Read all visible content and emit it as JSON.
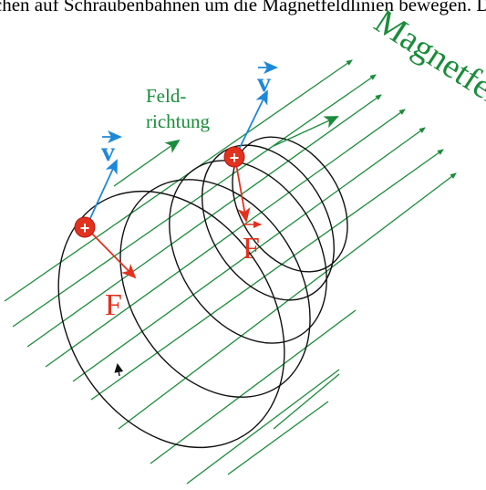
{
  "header_fragment": "wo sich die Teilchen auf Schraubenbahnen um die Magnetfeldlinien bewegen. Dieses Bewegungsmuster des Teilchens ist im Bild dargestellt.",
  "labels": {
    "magnetfeld": "Magnetfeld",
    "feld": "Feld-",
    "richtung": "richtung",
    "v_left": "v",
    "v_right": "v",
    "f_left": "F",
    "f_right": "F",
    "charge_sign": "+"
  },
  "colors": {
    "field": "#1a8c3a",
    "velocity": "#1e88d8",
    "force": "#e2321e",
    "charge": "#e2321e",
    "orbit": "#111111",
    "text": "#000000"
  }
}
